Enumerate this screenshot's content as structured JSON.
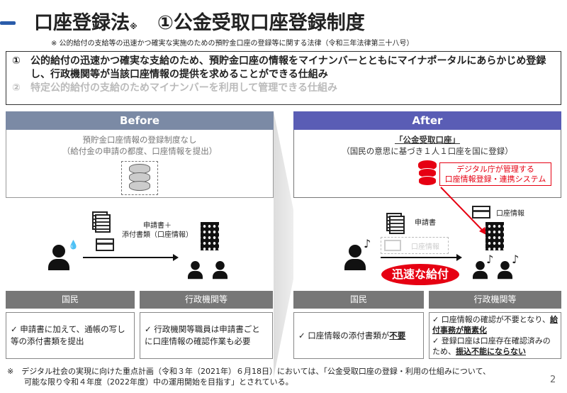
{
  "header": {
    "title": "口座登録法",
    "title_mark": "※",
    "subtitle": "①公金受取口座登録制度",
    "law_note": "※ 公的給付の支給等の迅速かつ確実な実施のための預貯金口座の登録等に関する法律（令和三年法律第三十八号）"
  },
  "summary": [
    {
      "num": "①",
      "text": "公的給付の迅速かつ確実な支給のため、預貯金口座の情報をマイナンバーとともにマイナポータルにあらかじめ登録し、行政機関等が当該口座情報の提供を求めることができる仕組み"
    },
    {
      "num": "②",
      "text": "特定公的給付の支給のためマイナンバーを利用して管理できる仕組み"
    }
  ],
  "before": {
    "header": "Before",
    "line1": "預貯金口座情報の登録制度なし",
    "line2": "（給付金の申請の都度、口座情報を提出）",
    "flow_label1": "申請書＋",
    "flow_label2": "添付書類（口座情報）",
    "columns": [
      {
        "head": "国民",
        "text": "✓ 申請書に加えて、通帳の写し等の添付書類を提出"
      },
      {
        "head": "行政機関等",
        "text": "✓ 行政機関等職員は申請書ごとに口座情報の確認作業も必要"
      }
    ]
  },
  "after": {
    "header": "After",
    "account_title": "「公金受取口座」",
    "line2": "（国民の意思に基づき１人１口座を国に登録）",
    "system_label1": "デジタル庁が管理する",
    "system_label2": "口座情報登録・連携システム",
    "card_label": "口座情報",
    "doc_label": "申請書",
    "faded_label": "口座情報",
    "badge": "迅速な給付",
    "columns": [
      {
        "head": "国民",
        "text_pre": "✓ 口座情報の添付書類が",
        "text_bold": "不要"
      },
      {
        "head": "行政機関等",
        "item1_pre": "✓ 口座情報の確認が不要となり、",
        "item1_bold": "給付事務が簡素化",
        "item2_pre": "✓ 登録口座は口座存在確認済みのため、",
        "item2_bold": "振込不能にならない"
      }
    ]
  },
  "footer": {
    "line1": "※　デジタル社会の実現に向けた重点計画（令和３年（2021年）６月18日）においては、「公金受取口座の登録・利用の仕組みについて、",
    "line2": "可能な限り令和４年度（2022年度）中の運用開始を目指す」とされている。",
    "page": "2"
  },
  "colors": {
    "before_head": "#7b8aa5",
    "after_head": "#5a5db5",
    "red": "#e60012"
  }
}
